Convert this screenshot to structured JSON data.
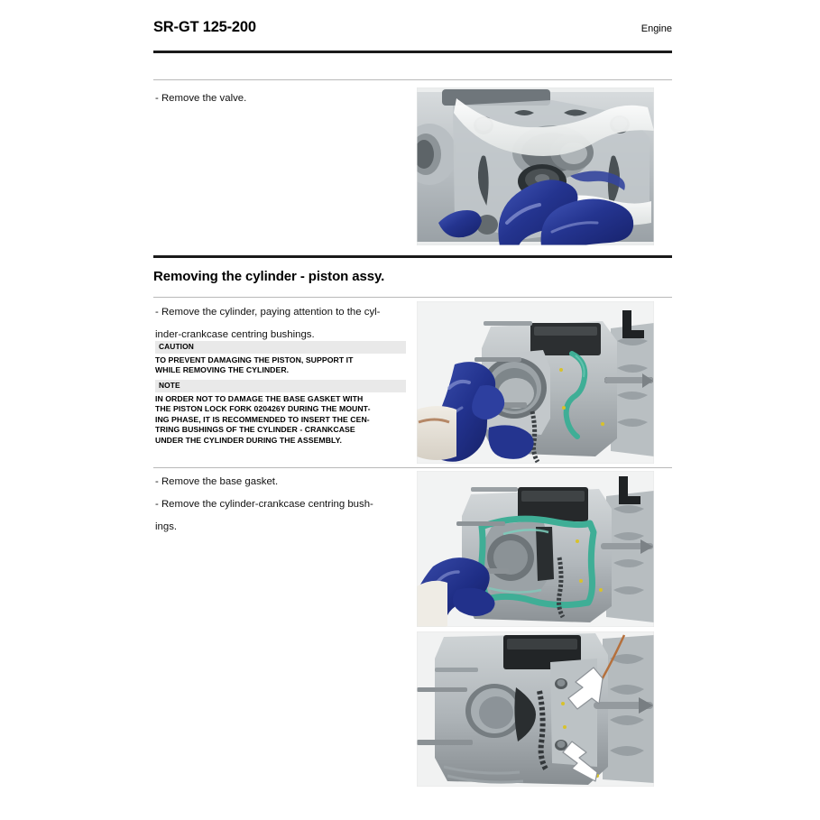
{
  "header": {
    "title": "SR-GT 125-200",
    "section": "Engine"
  },
  "blocks": {
    "step_remove_valve": "- Remove the valve.",
    "section_heading": "Removing the cylinder - piston assy.",
    "step_remove_cylinder_line1": "- Remove the cylinder, paying attention to the cyl-",
    "step_remove_cylinder_line2": "inder-crankcase centring bushings.",
    "step_remove_base_gasket": "- Remove the base gasket.",
    "step_remove_bushings_line1": "- Remove the cylinder-crankcase centring bush-",
    "step_remove_bushings_line2": "ings."
  },
  "caution": {
    "label": "CAUTION",
    "line1": "TO PREVENT DAMAGING THE PISTON, SUPPORT IT",
    "line2": "WHILE REMOVING THE CYLINDER."
  },
  "note": {
    "label": "NOTE",
    "line1": "IN ORDER NOT TO DAMAGE THE BASE GASKET WITH",
    "line2": "THE PISTON LOCK FORK 020426Y DURING THE MOUNT-",
    "line3": "ING PHASE, IT IS RECOMMENDED TO INSERT THE CEN-",
    "line4": "TRING BUSHINGS OF THE CYLINDER - CRANKCASE",
    "line5": "UNDER THE CYLINDER DURING THE ASSEMBLY."
  },
  "photos": {
    "valve_removal": "photo-valve-removal",
    "cylinder_removal": "photo-cylinder-removal",
    "base_gasket_removal": "photo-base-gasket-removal",
    "centring_bushings": "photo-centring-bushings"
  },
  "colors": {
    "rule_dark": "#1a1a1a",
    "rule_light": "#b9b9b9",
    "admonition_bar": "#e9e9e9",
    "glove_blue": "#2b3f9e",
    "gasket_teal": "#3fae96",
    "metal_light": "#c9cdd0",
    "metal_dark": "#7b8186"
  }
}
